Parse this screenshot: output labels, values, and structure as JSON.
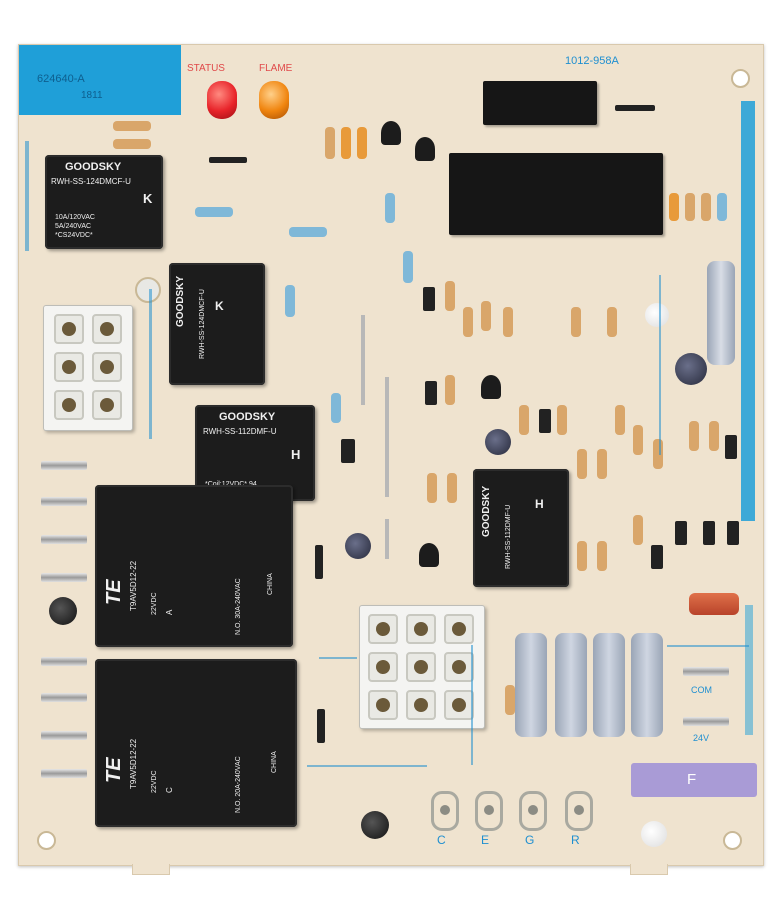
{
  "board": {
    "part_label": "624640-A",
    "date_code": "1811",
    "model": "1012-958A",
    "led_status_label": "STATUS",
    "led_flame_label": "FLAME"
  },
  "relays": [
    {
      "brand": "GOODSKY",
      "model": "RWH-SS-124DMCF-U",
      "code": "K",
      "spec": "10A/120VAC\n5A/240VAC\n*CS24VDC*"
    },
    {
      "brand": "GOODSKY",
      "model": "RWH-SS-124DMCF-U",
      "code": "K",
      "spec": ""
    },
    {
      "brand": "GOODSKY",
      "model": "RWH-SS-112DMF-U",
      "code": "H",
      "spec": "*Coil:12VDC* 94"
    },
    {
      "brand": "GOODSKY",
      "model": "RWH-SS-112DMF-U",
      "code": "H",
      "spec": ""
    }
  ],
  "te_relays": [
    {
      "brand": "TE",
      "model": "T9AV5D12-22",
      "rating": "N.O. 30A-240VAC",
      "coil": "22VDC",
      "origin": "CHINA",
      "mark": "A"
    },
    {
      "brand": "TE",
      "model": "T9AV5D12-22",
      "rating": "N.O. 20A-240VAC",
      "coil": "22VDC",
      "origin": "CHINA",
      "mark": "C"
    }
  ],
  "terminals": {
    "bottom": [
      "C",
      "E",
      "G",
      "R"
    ],
    "fuse_label": "F",
    "com_label": "COM",
    "v24_label": "24V"
  },
  "colors": {
    "board": "#efe3cf",
    "accent_blue": "#1f9fd8",
    "relay_black": "#1c1c1c",
    "led_red": "#e8242a",
    "led_orange": "#f0850f",
    "fuse_purple": "#a99bd6"
  }
}
